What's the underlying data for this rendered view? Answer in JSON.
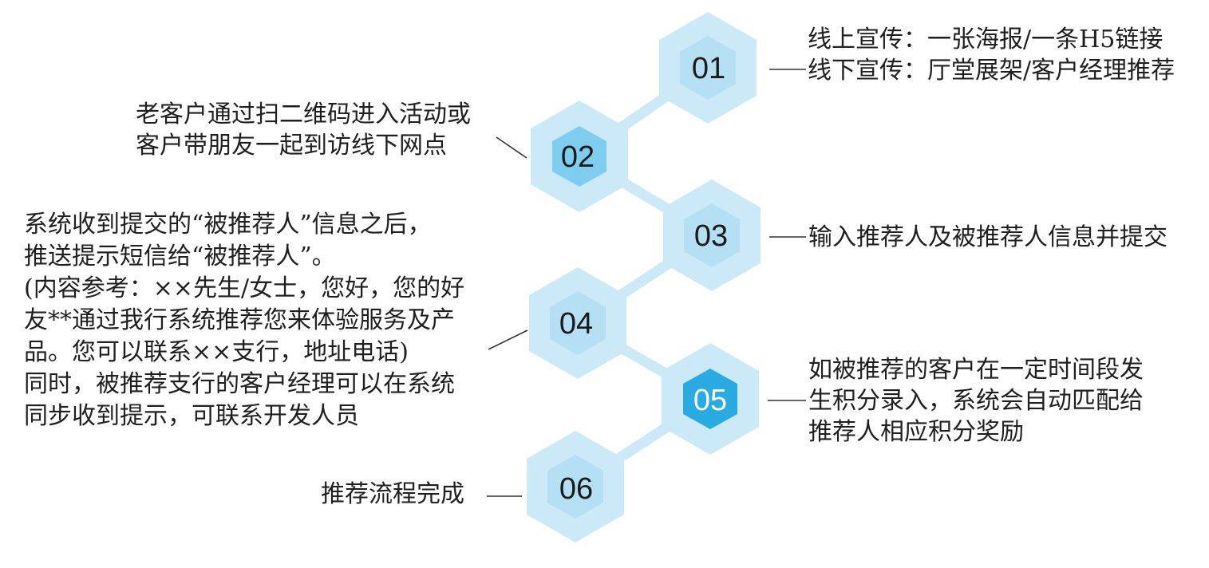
{
  "steps": [
    {
      "number": "01",
      "lines": [
        "线上宣传：一张海报/一条H5链接",
        "线下宣传：厅堂展架/客户经理推荐"
      ]
    },
    {
      "number": "02",
      "lines": [
        "老客户通过扫二维码进入活动或",
        "客户带朋友一起到访线下网点"
      ]
    },
    {
      "number": "03",
      "lines": [
        "输入推荐人及被推荐人信息并提交"
      ]
    },
    {
      "number": "04",
      "lines": [
        "系统收到提交的“被推荐人”信息之后，",
        "推送提示短信给“被推荐人”。",
        "(内容参考：××先生/女士，您好，您的好",
        "友**通过我行系统推荐您来体验服务及产",
        "品。您可以联系××支行，地址电话)",
        "同时，被推荐支行的客户经理可以在系统",
        "同步收到提示，可联系开发人员"
      ]
    },
    {
      "number": "05",
      "lines": [
        "如被推荐的客户在一定时间段发",
        "生积分录入，系统会自动匹配给",
        "推荐人相应积分奖励"
      ]
    },
    {
      "number": "06",
      "lines": [
        "推荐流程完成"
      ]
    }
  ],
  "colors": {
    "outer_hex": "#cbe9f7",
    "inner_hex": "#b5dff3",
    "highlight_02": "#7fcdee",
    "highlight_05": "#29abe2",
    "connector": "#cbe9f7",
    "line": "#333333"
  }
}
